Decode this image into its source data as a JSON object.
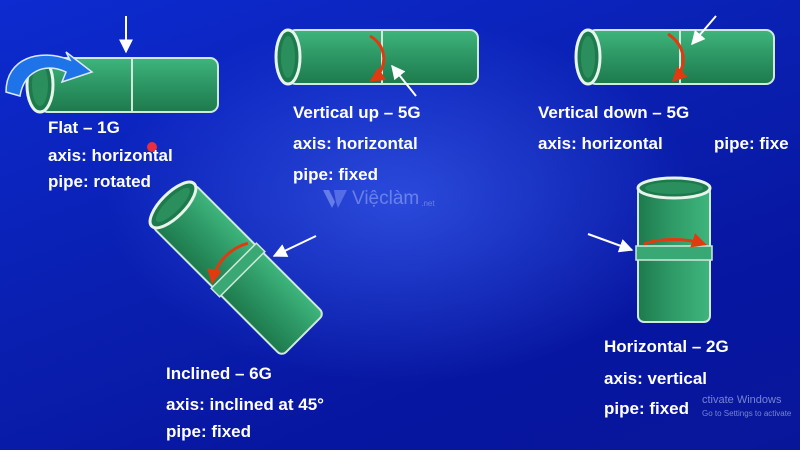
{
  "colors": {
    "background": "#0a1fa8",
    "pipe": "#2e9966",
    "pipe_dark": "#1d7a4c",
    "pipe_light": "#3fb57d",
    "weld_arrow": "#e23a10",
    "pointer": "#ffffff",
    "label": "#ffffff"
  },
  "icons": [
    "rotate-arrow-icon",
    "pointer-arrow-icon",
    "weld-direction-icon",
    "vieclam-logo-icon"
  ],
  "positions": {
    "flat_1g": {
      "title": "Flat – 1G",
      "axis": "axis: horizontal",
      "pipe": "pipe: rotated"
    },
    "vertical_up_5g": {
      "title": "Vertical up – 5G",
      "axis": "axis: horizontal",
      "pipe": "pipe: fixed"
    },
    "vertical_down_5g": {
      "title": "Vertical down – 5G",
      "axis": "axis: horizontal",
      "pipe": "pipe: fixe"
    },
    "inclined_6g": {
      "title": "Inclined – 6G",
      "axis": "axis: inclined at 45°",
      "pipe": "pipe: fixed"
    },
    "horizontal_2g": {
      "title": "Horizontal – 2G",
      "axis": "axis: vertical",
      "pipe": "pipe: fixed"
    }
  },
  "watermark": {
    "brand": "Việclàm",
    "suffix": ".net"
  },
  "os_overlay": {
    "line1": "ctivate Windows",
    "line2": "Go to Settings to activate"
  }
}
